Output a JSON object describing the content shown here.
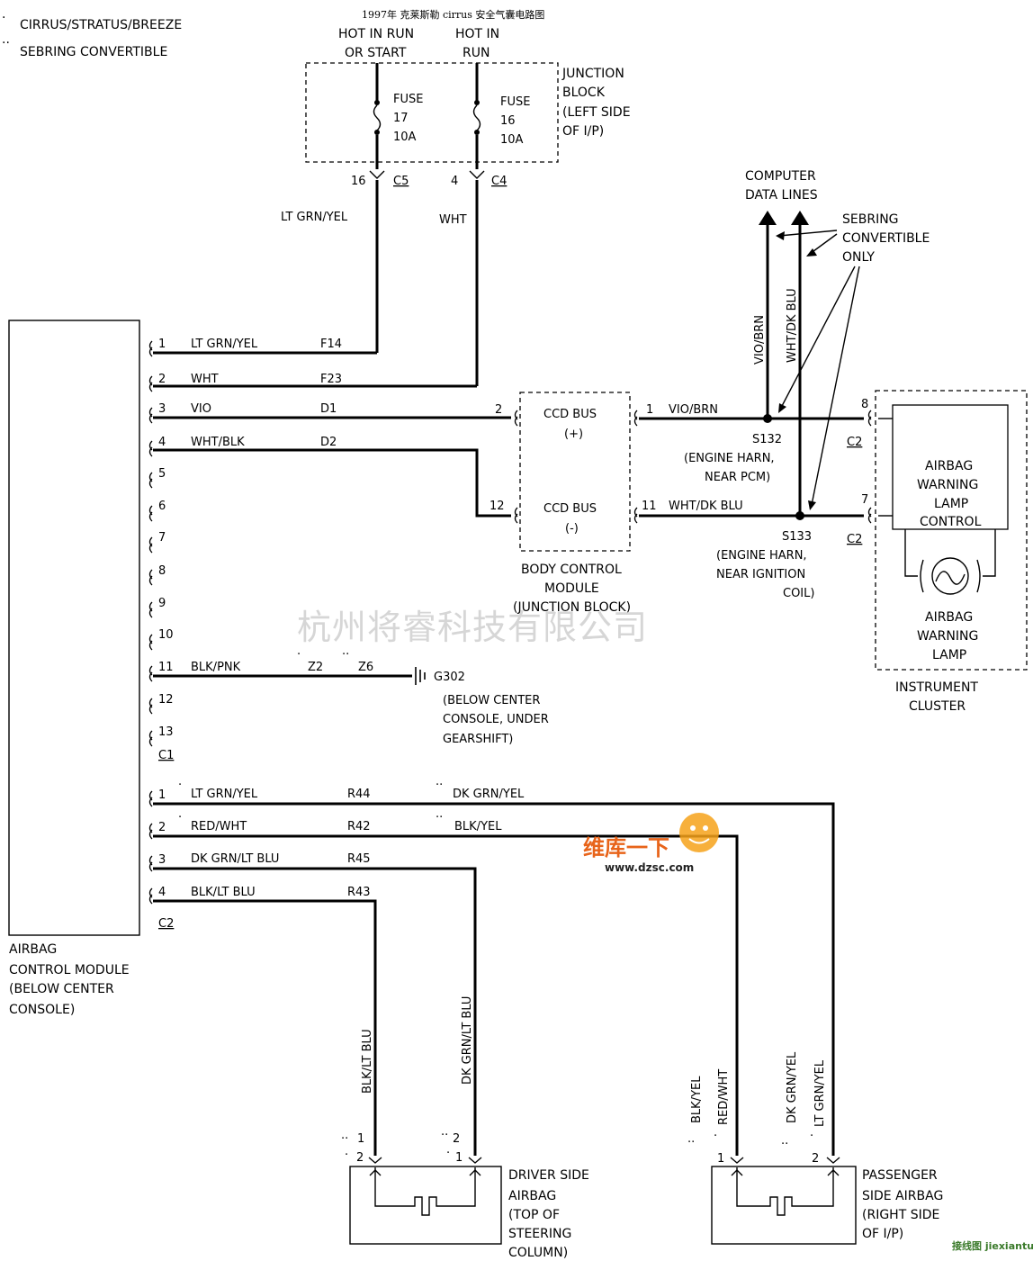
{
  "title": "1997年 克莱斯勒 cirrus 安全气囊电路图",
  "legend": {
    "single_dot": "CIRRUS/STRATUS/BREEZE",
    "double_dot": "SEBRING CONVERTIBLE"
  },
  "power": {
    "hot_run_start": [
      "HOT IN RUN",
      "OR START"
    ],
    "hot_run": [
      "HOT IN",
      "RUN"
    ],
    "junction_block": [
      "JUNCTION",
      "BLOCK",
      "(LEFT SIDE",
      "OF I/P)"
    ],
    "fuse17": [
      "FUSE",
      "17",
      "10A"
    ],
    "fuse16": [
      "FUSE",
      "16",
      "10A"
    ],
    "c5_pin": "16",
    "c5_label": "C5",
    "c4_pin": "4",
    "c4_label": "C4",
    "wire_ltgrn": "LT GRN/YEL",
    "wire_wht": "WHT"
  },
  "computer": {
    "label": [
      "COMPUTER",
      "DATA LINES"
    ],
    "sebring_note": [
      "SEBRING",
      "CONVERTIBLE",
      "ONLY"
    ],
    "wire_vio": "VIO/BRN",
    "wire_wht": "WHT/DK BLU"
  },
  "module": {
    "label": [
      "AIRBAG",
      "CONTROL MODULE",
      "(BELOW CENTER",
      "CONSOLE)"
    ],
    "c1": [
      {
        "pin": "1",
        "color": "LT GRN/YEL",
        "circuit": "F14"
      },
      {
        "pin": "2",
        "color": "WHT",
        "circuit": "F23"
      },
      {
        "pin": "3",
        "color": "VIO",
        "circuit": "D1"
      },
      {
        "pin": "4",
        "color": "WHT/BLK",
        "circuit": "D2"
      },
      {
        "pin": "5"
      },
      {
        "pin": "6"
      },
      {
        "pin": "7"
      },
      {
        "pin": "8"
      },
      {
        "pin": "9"
      },
      {
        "pin": "10"
      },
      {
        "pin": "11",
        "color": "BLK/PNK",
        "circuit": "Z2",
        "alt": "Z6"
      },
      {
        "pin": "12"
      },
      {
        "pin": "13"
      }
    ],
    "c1_label": "C1",
    "c2": [
      {
        "pin": "1",
        "color": "LT GRN/YEL",
        "circuit": "R44",
        "alt": "DK GRN/YEL"
      },
      {
        "pin": "2",
        "color": "RED/WHT",
        "circuit": "R42",
        "alt": "BLK/YEL"
      },
      {
        "pin": "3",
        "color": "DK GRN/LT BLU",
        "circuit": "R45"
      },
      {
        "pin": "4",
        "color": "BLK/LT BLU",
        "circuit": "R43"
      }
    ],
    "c2_label": "C2"
  },
  "bcm": {
    "ccd_plus": [
      "CCD BUS",
      "(+)"
    ],
    "ccd_minus": [
      "CCD BUS",
      "(-)"
    ],
    "label": [
      "BODY CONTROL",
      "MODULE",
      "(JUNCTION BLOCK)"
    ],
    "pin_in_plus": "2",
    "pin_in_minus": "12",
    "pin_out_plus": "1",
    "pin_out_minus": "11",
    "out_plus_wire": "VIO/BRN",
    "out_minus_wire": "WHT/DK BLU"
  },
  "splices": {
    "s132": [
      "S132",
      "(ENGINE HARN,",
      "NEAR PCM)"
    ],
    "s133": [
      "S133",
      "(ENGINE HARN,",
      "NEAR IGNITION",
      "COIL)"
    ]
  },
  "ground": {
    "label": [
      "G302",
      "(BELOW CENTER",
      "CONSOLE, UNDER",
      "GEARSHIFT)"
    ]
  },
  "cluster": {
    "pin8": "8",
    "pin7": "7",
    "c2": "C2",
    "control": [
      "AIRBAG",
      "WARNING",
      "LAMP",
      "CONTROL"
    ],
    "lamp": [
      "AIRBAG",
      "WARNING",
      "LAMP"
    ],
    "label": [
      "INSTRUMENT",
      "CLUSTER"
    ]
  },
  "driver": {
    "wire_a": "BLK/LT BLU",
    "wire_b": "DK GRN/LT BLU",
    "pins_top_a": "1",
    "pins_bot_a": "2",
    "pins_top_b": "2",
    "pins_bot_b": "1",
    "label": [
      "DRIVER SIDE",
      "AIRBAG",
      "(TOP OF",
      "STEERING",
      "COLUMN)"
    ]
  },
  "passenger": {
    "wire_a": "BLK/YEL",
    "wire_b": "RED/WHT",
    "wire_c": "DK GRN/YEL",
    "wire_d": "LT GRN/YEL",
    "pin_a": "1",
    "pin_b": "2",
    "label": [
      "PASSENGER",
      "SIDE AIRBAG",
      "(RIGHT SIDE",
      "OF I/P)"
    ]
  },
  "watermarks": {
    "company": "杭州将睿科技有限公司",
    "logo_text": "维库一下",
    "logo_site": "www.dzsc.com",
    "corner": "接线图 jiexiantu .com"
  }
}
